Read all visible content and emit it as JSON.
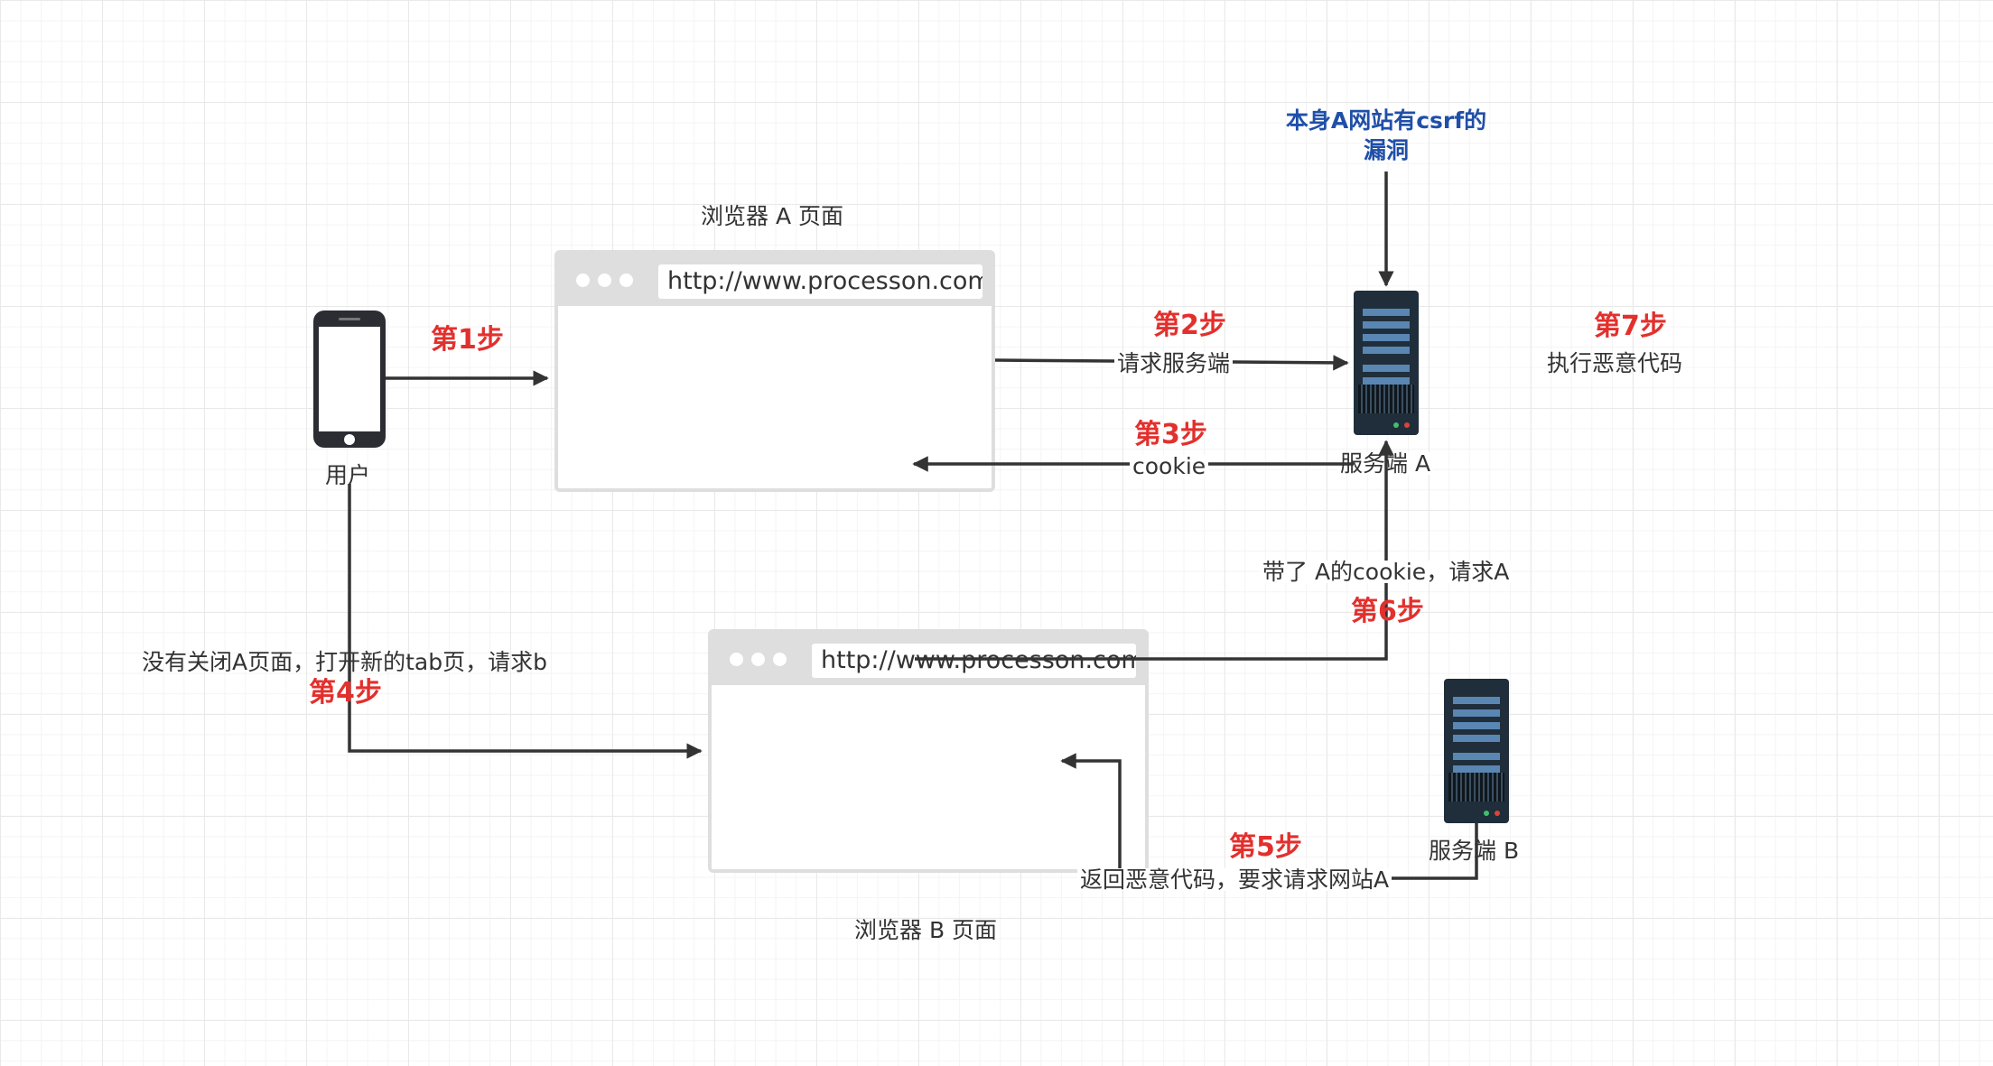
{
  "browser_a": {
    "caption": "浏览器 A 页面",
    "url": "http://www.processon.com"
  },
  "browser_b": {
    "caption": "浏览器 B 页面",
    "url": "http://www.processon.com"
  },
  "user": {
    "label": "用户"
  },
  "server_a": {
    "label": "服务端 A"
  },
  "server_b": {
    "label": "服务端 B"
  },
  "note_vulnerability": {
    "line1": "本身A网站有csrf的",
    "line2": "漏洞"
  },
  "steps": {
    "s1": {
      "title": "第1步"
    },
    "s2": {
      "title": "第2步",
      "desc": "请求服务端"
    },
    "s3": {
      "title": "第3步",
      "desc": "cookie"
    },
    "s4": {
      "title": "第4步",
      "desc": "没有关闭A页面，打开新的tab页，请求b"
    },
    "s5": {
      "title": "第5步",
      "desc": "返回恶意代码，要求请求网站A"
    },
    "s6": {
      "title": "第6步",
      "desc": "带了 A的cookie，请求A"
    },
    "s7": {
      "title": "第7步",
      "desc": "执行恶意代码"
    }
  },
  "colors": {
    "step": "#e2302d",
    "note": "#1f4fa8",
    "line": "#333333",
    "server": "#1f2e3a"
  }
}
